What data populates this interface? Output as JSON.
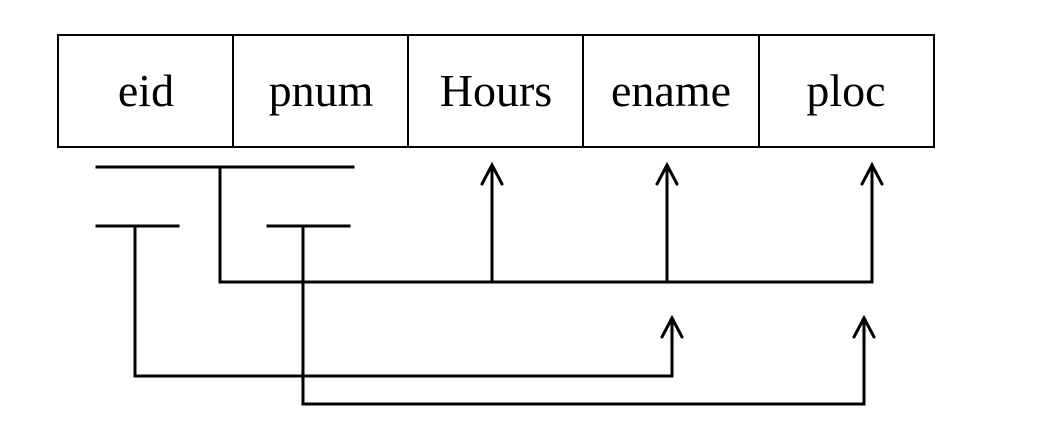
{
  "relation": {
    "attributes": [
      "eid",
      "pnum",
      "Hours",
      "ename",
      "ploc"
    ]
  },
  "dependencies": [
    {
      "from": [
        "eid",
        "pnum"
      ],
      "to": [
        "Hours",
        "ename",
        "ploc"
      ]
    },
    {
      "from": [
        "eid"
      ],
      "to": [
        "ename"
      ]
    },
    {
      "from": [
        "pnum"
      ],
      "to": [
        "ploc"
      ]
    }
  ],
  "colors": {
    "line": "#000000",
    "background": "#ffffff"
  }
}
